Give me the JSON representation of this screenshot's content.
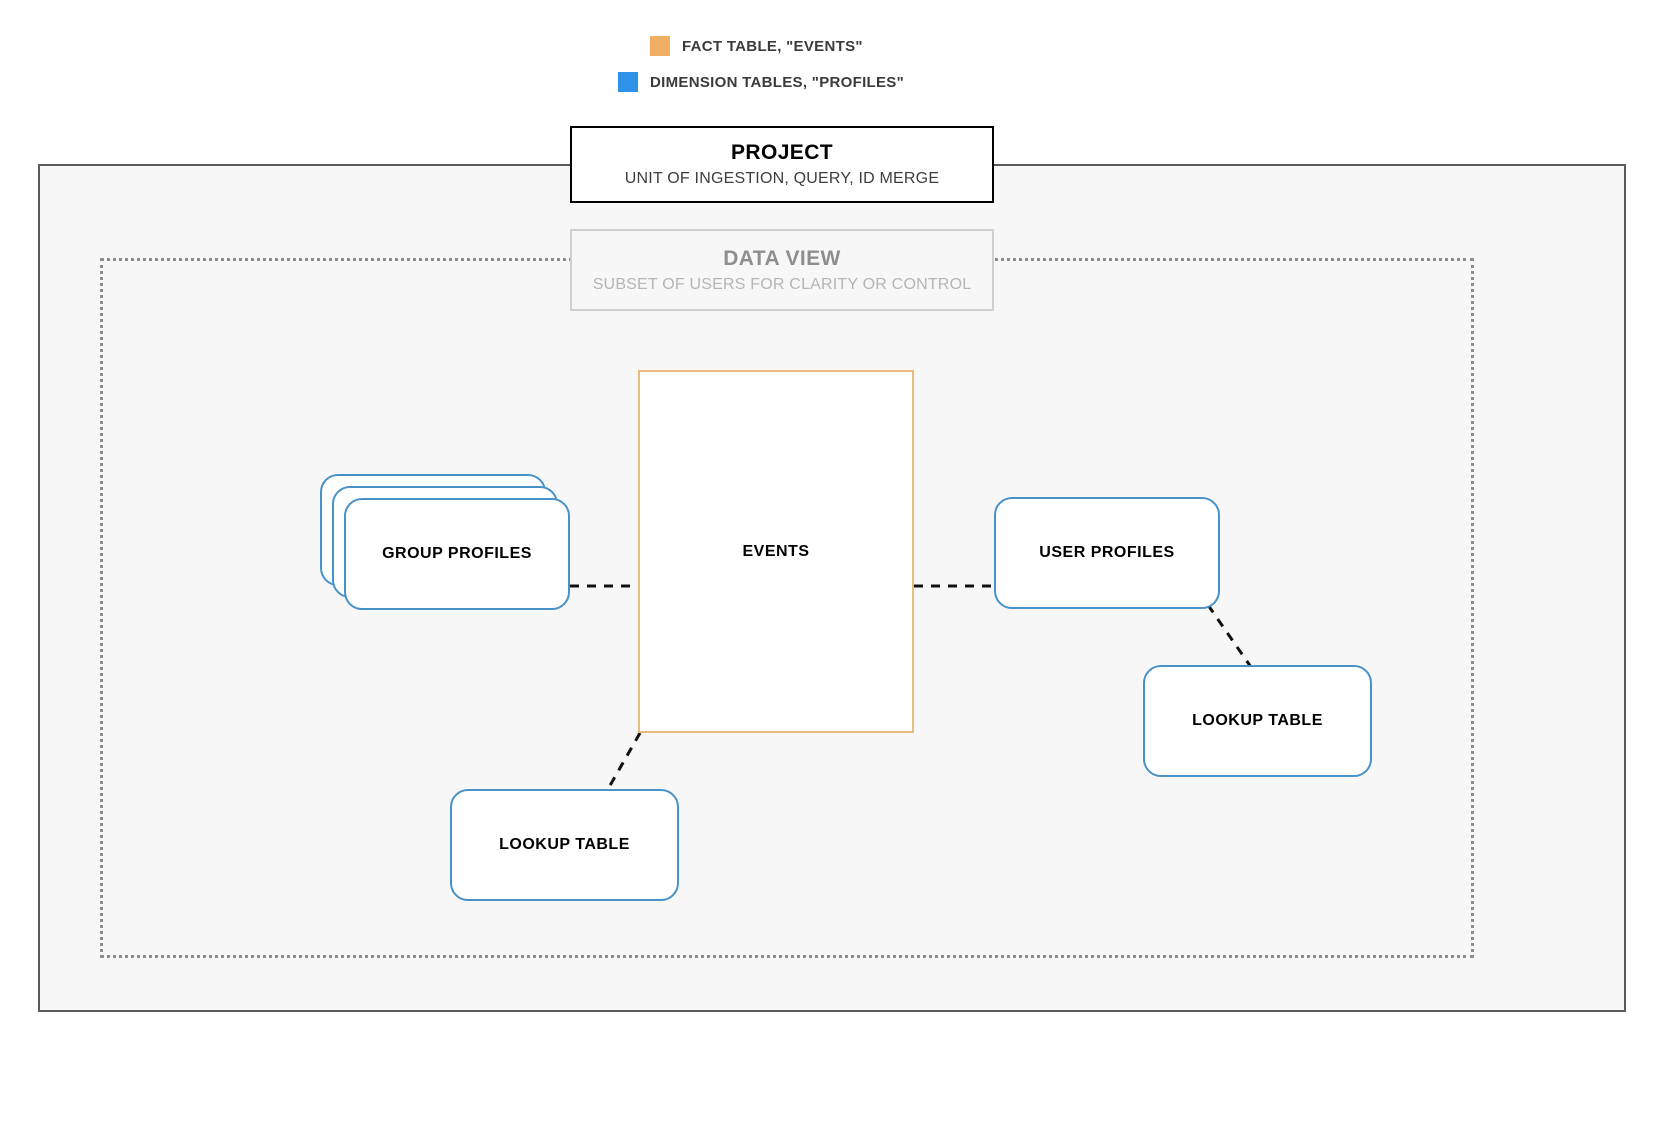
{
  "legend": {
    "items": [
      {
        "id": "fact",
        "label": "FACT TABLE, \"EVENTS\"",
        "color": "#F0AE63",
        "swatch_icon": "square-swatch-icon"
      },
      {
        "id": "dimension",
        "label": "DIMENSION TABLES, \"PROFILES\"",
        "color": "#2E92E8",
        "swatch_icon": "square-swatch-icon"
      }
    ]
  },
  "project": {
    "title": "PROJECT",
    "subtitle": "UNIT OF INGESTION, QUERY, ID MERGE",
    "border_color": "#000000"
  },
  "data_view": {
    "title": "DATA VIEW",
    "subtitle": "SUBSET OF USERS FOR CLARITY OR CONTROL",
    "border_color": "#CFCFCF",
    "text_color": "#8E8E8E"
  },
  "nodes": {
    "events": {
      "label": "EVENTS",
      "type": "fact-table",
      "border_color": "#E7BC7E"
    },
    "group_profiles": {
      "label": "GROUP PROFILES",
      "type": "dimension-table-stack",
      "stack_count": 3,
      "border_color": "#4792C8"
    },
    "user_profiles": {
      "label": "USER PROFILES",
      "type": "dimension-table",
      "border_color": "#4792C8"
    },
    "lookup_table_left": {
      "label": "LOOKUP TABLE",
      "type": "dimension-table",
      "border_color": "#4792C8"
    },
    "lookup_table_right": {
      "label": "LOOKUP TABLE",
      "type": "dimension-table",
      "border_color": "#4792C8"
    }
  },
  "connectors": [
    {
      "id": "group-profiles-to-events",
      "from": "group_profiles",
      "to": "events",
      "style": "dashed"
    },
    {
      "id": "events-to-user-profiles",
      "from": "events",
      "to": "user_profiles",
      "style": "dashed"
    },
    {
      "id": "events-to-lookup-left",
      "from": "events",
      "to": "lookup_table_left",
      "style": "dashed"
    },
    {
      "id": "user-profiles-to-lookup-right",
      "from": "user_profiles",
      "to": "lookup_table_right",
      "style": "dashed"
    }
  ],
  "canvas": {
    "background": "#FFFFFF",
    "project_fill": "#F7F7F7"
  }
}
